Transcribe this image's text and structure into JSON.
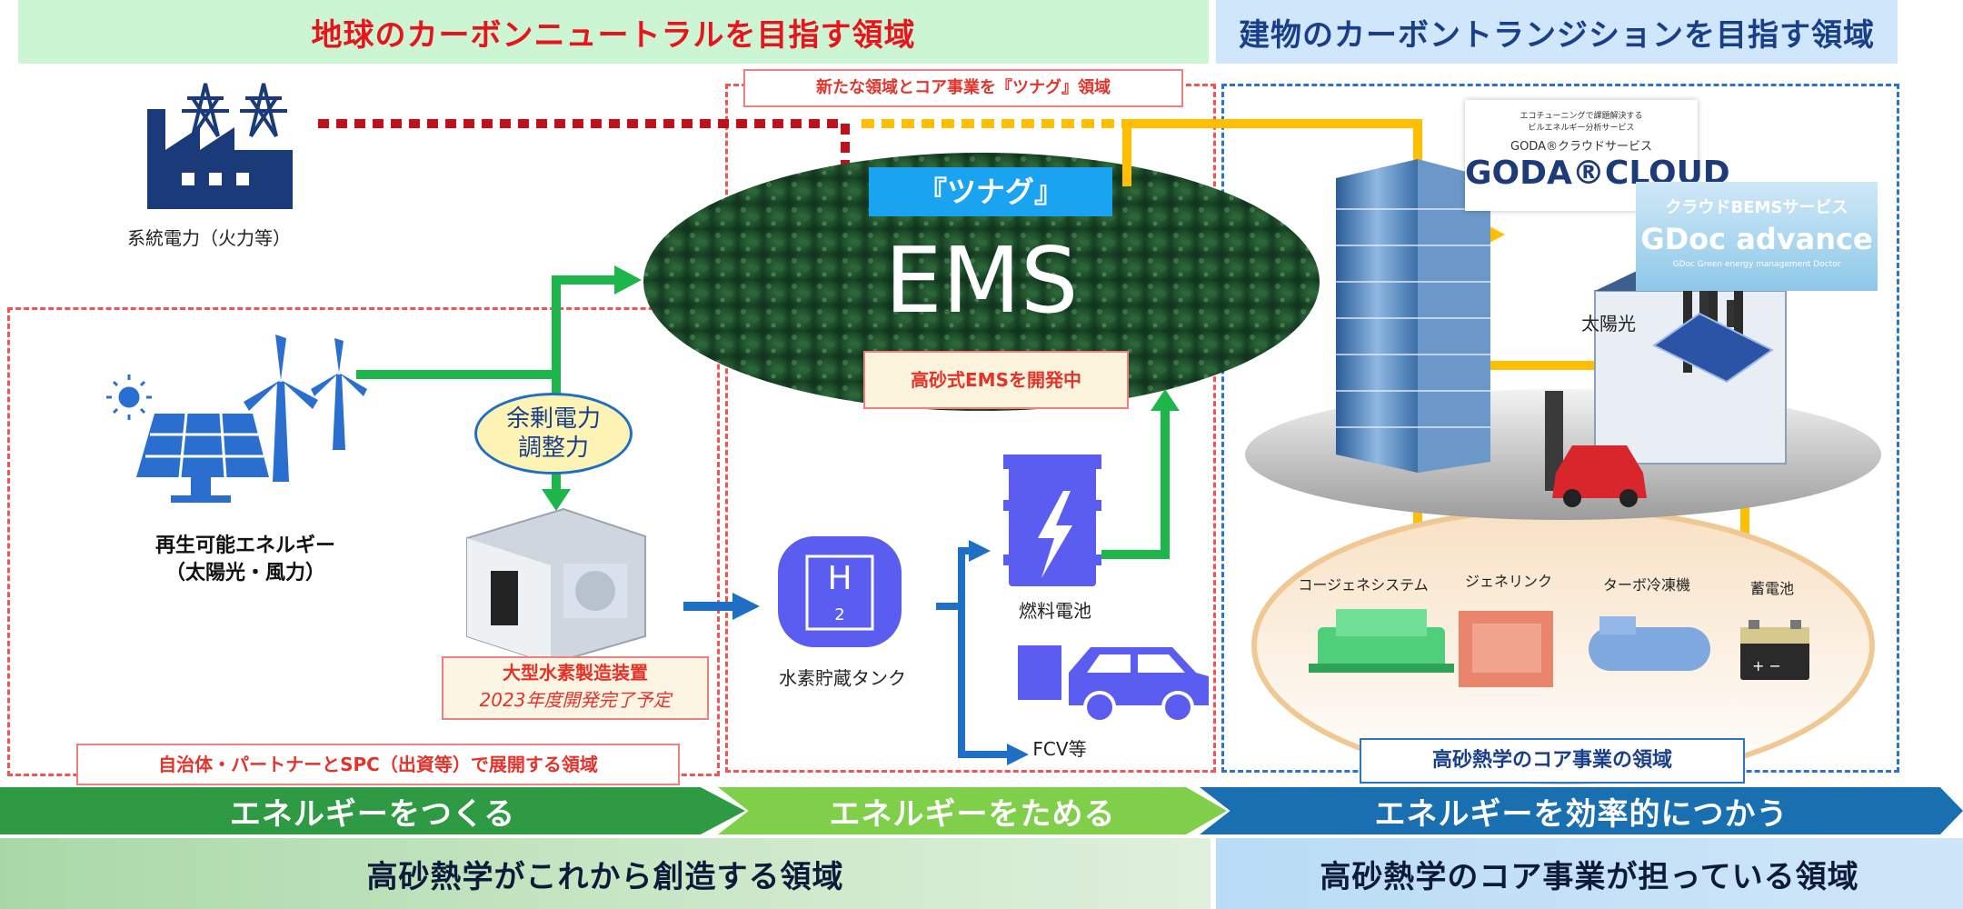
{
  "top_left_banner": "地球のカーボンニュートラルを目指す領域",
  "top_right_banner": "建物のカーボントランジションを目指す領域",
  "new_area_label": "新たな領域とコア事業を『ツナグ』領域",
  "grid_power_label": "系統電力（火力等）",
  "tsunagu_label": "『ツナグ』",
  "ems_label": "EMS",
  "ems_dev_label": "高砂式EMSを開発中",
  "renewable_label_line1": "再生可能エネルギー",
  "renewable_label_line2": "（太陽光・風力）",
  "surplus_line1": "余剰電力",
  "surplus_line2": "調整力",
  "hydrogen_device_title": "大型水素製造装置",
  "hydrogen_device_sub": "2023年度開発完了予定",
  "h2_symbol": "H",
  "h2_sub": "2",
  "hydrogen_tank_label": "水素貯蔵タンク",
  "fuel_cell_label": "燃料電池",
  "fcv_label": "FCV等",
  "spc_label": "自治体・パートナーとSPC（出資等）で展開する領域",
  "goda_tagline_line1": "エコチューニングで課題解決する",
  "goda_tagline_line2": "ビルエネルギー分析サービス",
  "goda_service": "GODA®クラウドサービス",
  "goda_logo": "GODA®CLOUD",
  "gdoc_service": "クラウドBEMSサービス",
  "gdoc_logo": "GDoc advance",
  "gdoc_tagline": "GDoc Green energy management Doctor",
  "solar_label": "太陽光",
  "cogen_label": "コージェネシステム",
  "genelink_label": "ジェネリンク",
  "turbo_label": "ターボ冷凍機",
  "battery_label": "蓄電池",
  "core_area_label": "高砂熱学のコア事業の領域",
  "chevrons": [
    "エネルギーをつくる",
    "エネルギーをためる",
    "エネルギーを効率的につかう"
  ],
  "bottom_left": "高砂熱学がこれから創造する領域",
  "bottom_right": "高砂熱学のコア事業が担っている領域",
  "colors": {
    "green_arrow": "#1db64a",
    "yellow_arrow": "#ffbf00",
    "red_dotted": "#c0101a",
    "blue_arrow": "#1f6fc5",
    "icon_blue": "#1a3a7a",
    "icon_purple": "#5b5df0"
  }
}
